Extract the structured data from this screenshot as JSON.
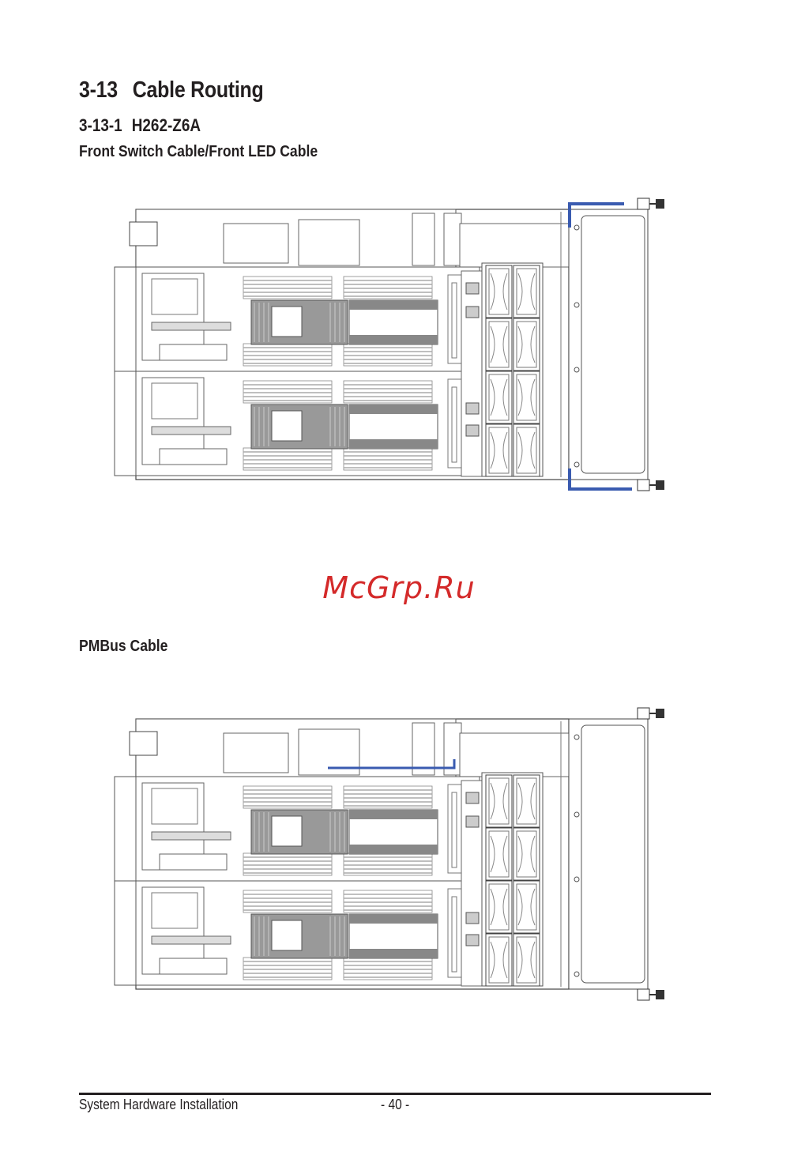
{
  "section": {
    "number": "3-13",
    "title": "Cable Routing"
  },
  "subsection": {
    "number": "3-13-1",
    "title": "H262-Z6A"
  },
  "figures": [
    {
      "caption": "Front Switch Cable/Front LED Cable",
      "cable": "front-switch-led"
    },
    {
      "caption": "PMBus Cable",
      "cable": "pmbus"
    }
  ],
  "watermark": "McGrp.Ru",
  "colors": {
    "cable": "#3a5bb0",
    "line": "#555555"
  },
  "footer": {
    "left": "System Hardware Installation",
    "page": "- 40 -"
  }
}
